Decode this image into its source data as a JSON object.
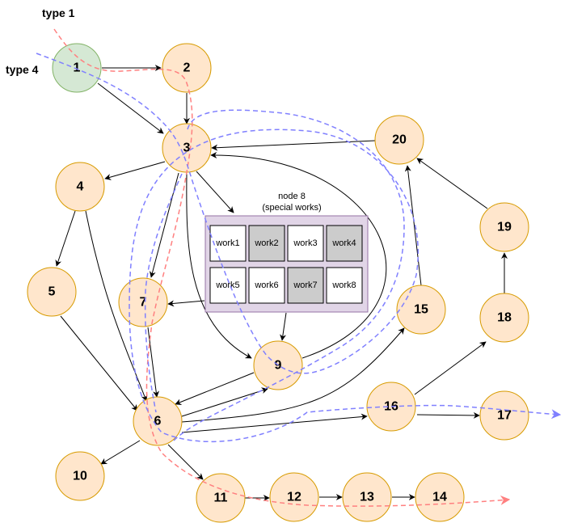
{
  "legend": {
    "type1": "type 1",
    "type4": "type 4"
  },
  "colors": {
    "start_fill": "#d5e8d4",
    "start_stroke": "#82b366",
    "node_fill": "#ffe6cc",
    "node_stroke": "#d79b00",
    "group_fill": "#e1d5e7",
    "group_stroke": "#9673a6",
    "work_active": "#ffffff",
    "work_special": "#cccccc",
    "type1_path": "#ff8080",
    "type4_path": "#8080ff"
  },
  "nodes": [
    {
      "id": "1",
      "label": "1",
      "kind": "start"
    },
    {
      "id": "2",
      "label": "2"
    },
    {
      "id": "3",
      "label": "3"
    },
    {
      "id": "4",
      "label": "4"
    },
    {
      "id": "5",
      "label": "5"
    },
    {
      "id": "6",
      "label": "6"
    },
    {
      "id": "7",
      "label": "7"
    },
    {
      "id": "9",
      "label": "9"
    },
    {
      "id": "10",
      "label": "10"
    },
    {
      "id": "11",
      "label": "11"
    },
    {
      "id": "12",
      "label": "12"
    },
    {
      "id": "13",
      "label": "13"
    },
    {
      "id": "14",
      "label": "14"
    },
    {
      "id": "15",
      "label": "15"
    },
    {
      "id": "16",
      "label": "16"
    },
    {
      "id": "17",
      "label": "17"
    },
    {
      "id": "18",
      "label": "18"
    },
    {
      "id": "19",
      "label": "19"
    },
    {
      "id": "20",
      "label": "20"
    }
  ],
  "group": {
    "id": "8",
    "title_line1": "node 8",
    "title_line2": "(special works)",
    "works": [
      {
        "label": "work1",
        "shaded": false
      },
      {
        "label": "work2",
        "shaded": true
      },
      {
        "label": "work3",
        "shaded": false
      },
      {
        "label": "work4",
        "shaded": true
      },
      {
        "label": "work5",
        "shaded": false
      },
      {
        "label": "work6",
        "shaded": false
      },
      {
        "label": "work7",
        "shaded": true
      },
      {
        "label": "work8",
        "shaded": false
      }
    ]
  },
  "edges": [
    [
      "1",
      "2"
    ],
    [
      "1",
      "3"
    ],
    [
      "2",
      "3"
    ],
    [
      "20",
      "3"
    ],
    [
      "9",
      "3"
    ],
    [
      "3",
      "4"
    ],
    [
      "3",
      "7"
    ],
    [
      "3",
      "8"
    ],
    [
      "3",
      "9"
    ],
    [
      "4",
      "5"
    ],
    [
      "4",
      "6"
    ],
    [
      "5",
      "6"
    ],
    [
      "7",
      "6"
    ],
    [
      "8",
      "7"
    ],
    [
      "8",
      "9"
    ],
    [
      "9",
      "6"
    ],
    [
      "6",
      "9"
    ],
    [
      "6",
      "15"
    ],
    [
      "6",
      "16"
    ],
    [
      "6",
      "10"
    ],
    [
      "6",
      "11"
    ],
    [
      "11",
      "12"
    ],
    [
      "12",
      "13"
    ],
    [
      "13",
      "14"
    ],
    [
      "15",
      "20"
    ],
    [
      "16",
      "17"
    ],
    [
      "16",
      "18"
    ],
    [
      "18",
      "19"
    ],
    [
      "19",
      "20"
    ]
  ],
  "paths": [
    {
      "name": "type 1",
      "color": "#ff8080"
    },
    {
      "name": "type 4",
      "color": "#8080ff"
    }
  ]
}
